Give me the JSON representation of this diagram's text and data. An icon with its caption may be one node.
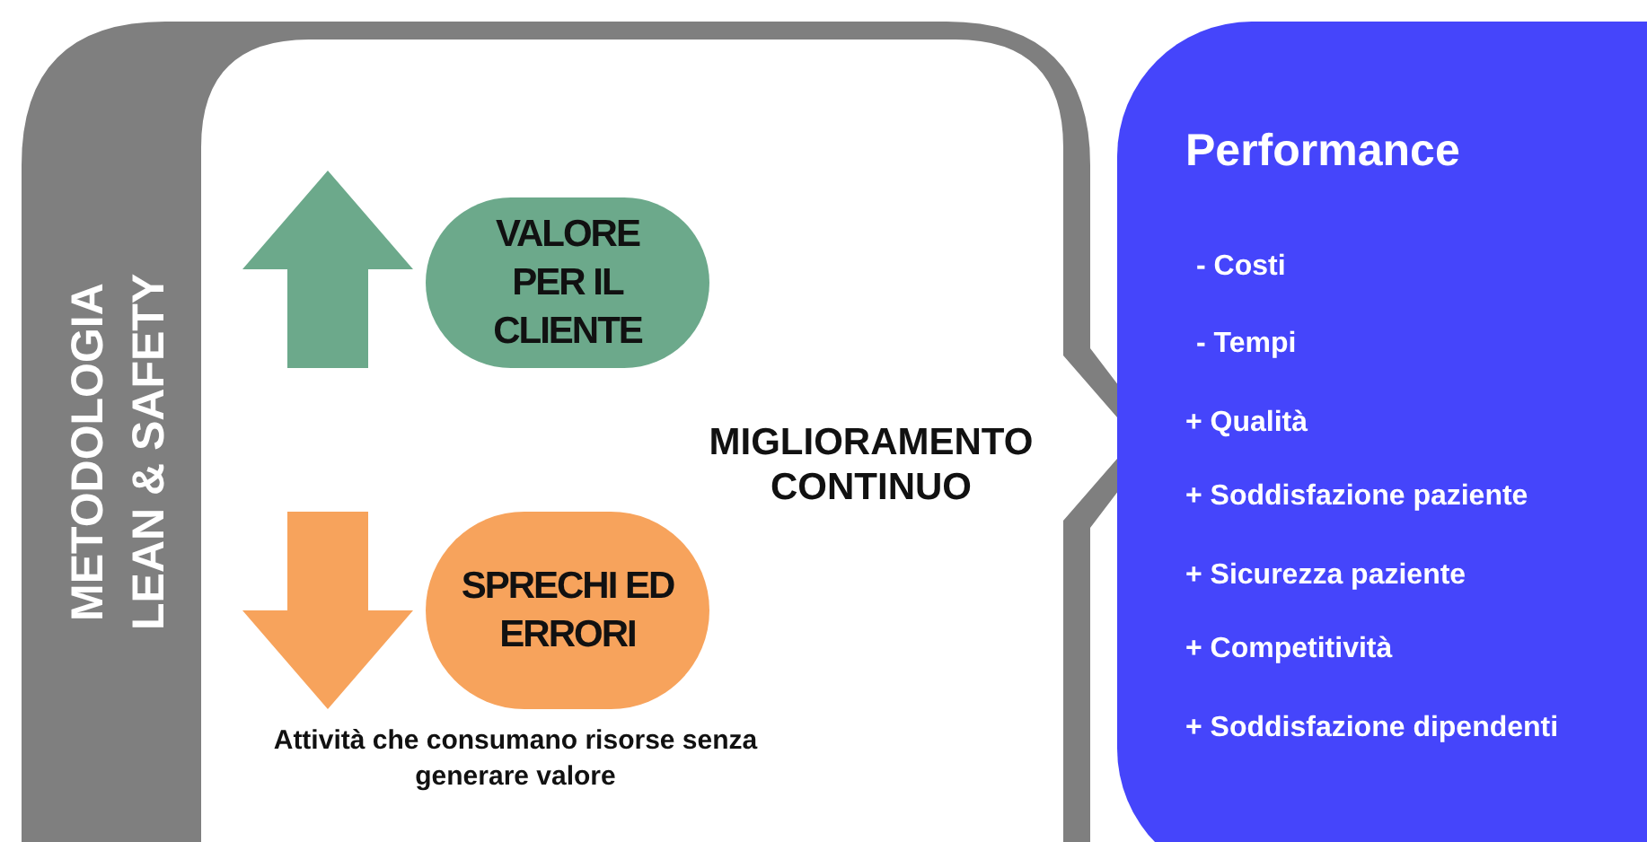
{
  "diagram": {
    "nodes": [
      {
        "text": [
          "METODOLOGIA LEAN & SAFETY"
        ]
      },
      {
        "text": [
          "MIGLIORAMENTO CONTINUO"
        ],
        "in": 0
      },
      {
        "text": [
          "VALORE PER IL CLIENTE"
        ],
        "in": 1
      },
      {
        "text": [
          "SPRECHI ED ERRORI"
        ],
        "in": 1,
        "beside": [
          "Attività che consumano risorse senza generare valore"
        ]
      },
      {
        "text": [
          "Performance",
          "- Costi",
          "- Tempi",
          "+ Qualità",
          "+ Soddisfazione paziente",
          "+ Sicurezza paziente",
          "+ Competitività",
          "+ Soddisfazione dipendenti"
        ]
      }
    ]
  }
}
